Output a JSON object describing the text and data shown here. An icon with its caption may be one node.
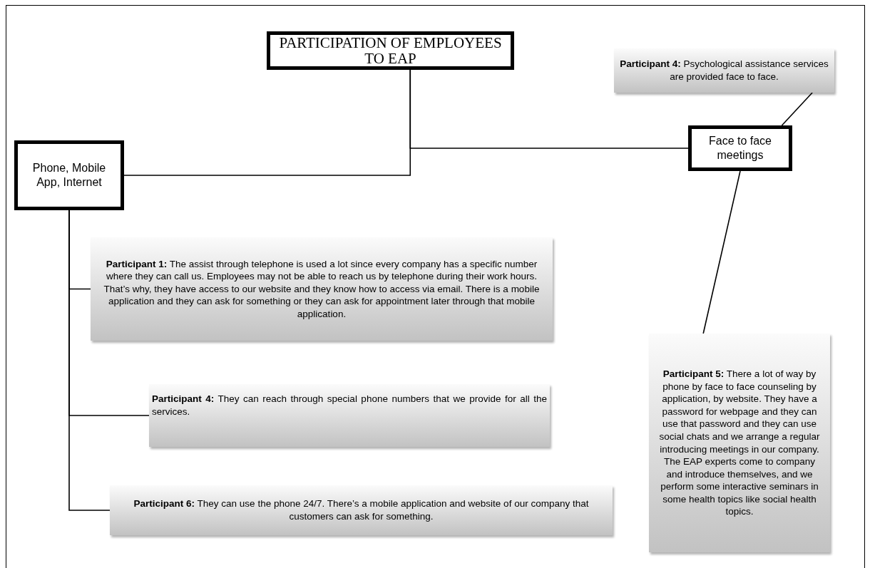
{
  "diagram": {
    "nodes": [
      {
        "text": [
          "PARTICIPATION OF EMPLOYEES TO EAP"
        ]
      },
      {
        "text": [
          "Phone, Mobile App, Internet"
        ]
      },
      {
        "text": [
          "Face to face meetings"
        ]
      },
      {
        "text": [
          "**Participant 4:** Psychological assistance services are provided face to face."
        ]
      },
      {
        "text": [
          "**Participant 1:** The assist through telephone is used a lot since every company has a specific number where they can call us. Employees may not be able to reach us by telephone during their work hours. That’s why, they have access to our website and they know how to access via email. There is a mobile application and they can ask for something or they can ask for appointment later through that mobile application."
        ]
      },
      {
        "text": [
          "**Participant 4:** They can reach through special phone numbers that we provide for all the services."
        ]
      },
      {
        "text": [
          "**Participant 6:** They can use the phone 24/7. There’s a mobile application and website of our company that customers can ask for something."
        ]
      },
      {
        "text": [
          "**Participant 5:** There a lot of way by phone by face to face counseling by application, by website. They have a password for webpage and they can use that password and they can use social chats and we arrange a regular introducing meetings in our company. The EAP experts come to company and introduce themselves, and we perform some interactive seminars in some health topics like social health topics."
        ]
      }
    ],
    "edges": [
      {
        "from": 0,
        "to": 1,
        "arrow": "none"
      },
      {
        "from": 0,
        "to": 2,
        "arrow": "none"
      },
      {
        "from": 1,
        "to": 4,
        "arrow": "none"
      },
      {
        "from": 1,
        "to": 5,
        "arrow": "none"
      },
      {
        "from": 1,
        "to": 6,
        "arrow": "none"
      },
      {
        "from": 2,
        "to": 3,
        "arrow": "none"
      },
      {
        "from": 2,
        "to": 7,
        "arrow": "none"
      }
    ]
  }
}
